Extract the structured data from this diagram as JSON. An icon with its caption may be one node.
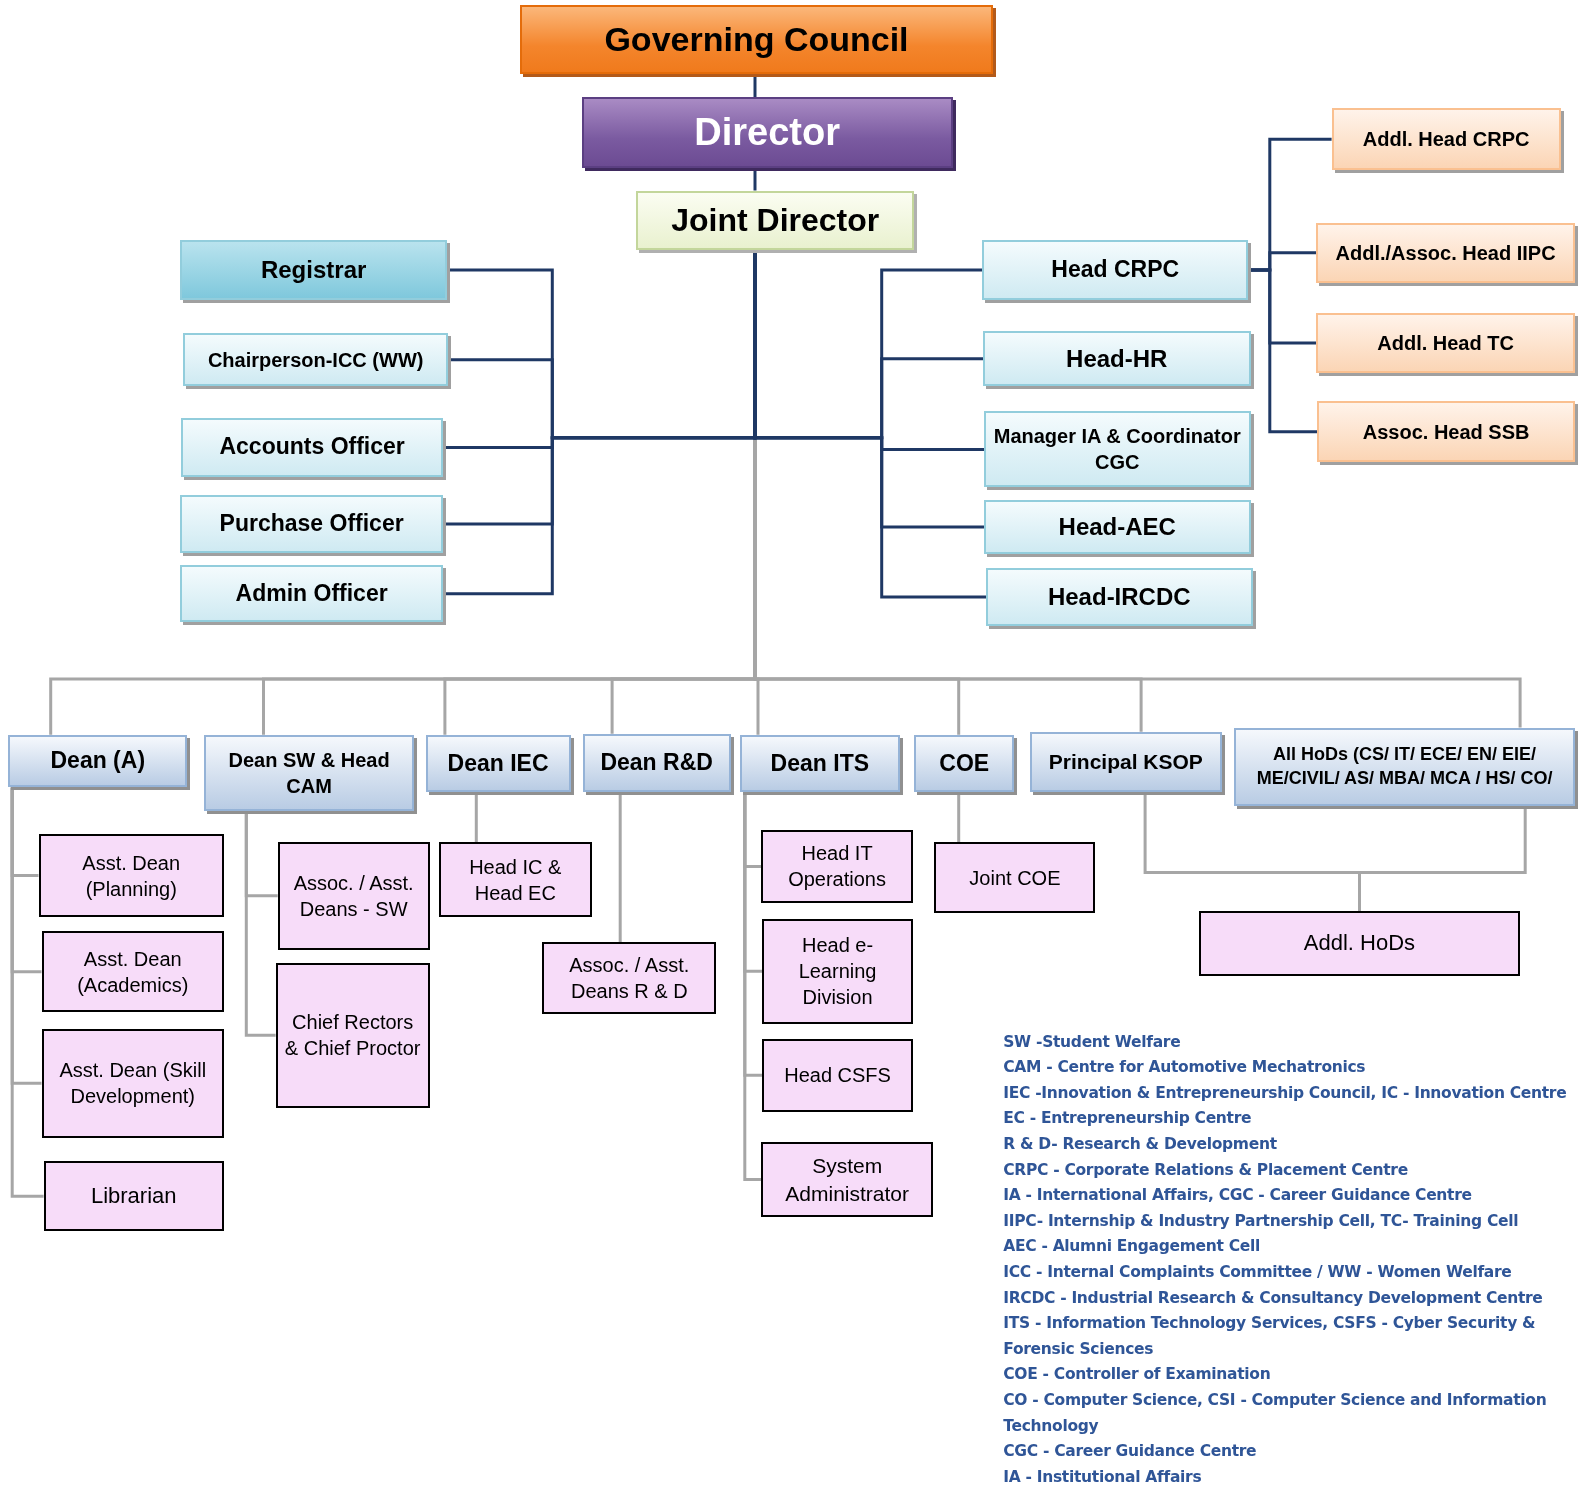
{
  "diagram": {
    "nodes": [
      {
        "text": [
          "Governing Council"
        ]
      },
      {
        "text": [
          "Director"
        ]
      },
      {
        "text": [
          "Joint Director"
        ]
      },
      {
        "text": [
          "Registrar"
        ]
      },
      {
        "text": [
          "Chairperson-ICC (WW)"
        ]
      },
      {
        "text": [
          "Accounts Officer"
        ]
      },
      {
        "text": [
          "Purchase Officer"
        ]
      },
      {
        "text": [
          "Admin Officer"
        ]
      },
      {
        "text": [
          "Head CRPC"
        ]
      },
      {
        "text": [
          "Head-HR"
        ]
      },
      {
        "text": [
          "Manager IA & Coordinator CGC"
        ]
      },
      {
        "text": [
          "Head-AEC"
        ]
      },
      {
        "text": [
          "Head-IRCDC"
        ]
      },
      {
        "text": [
          "Addl. Head CRPC"
        ]
      },
      {
        "text": [
          "Addl./Assoc. Head IIPC"
        ]
      },
      {
        "text": [
          "Addl. Head TC"
        ]
      },
      {
        "text": [
          "Assoc. Head SSB"
        ]
      },
      {
        "text": [
          "Dean (A)"
        ]
      },
      {
        "text": [
          "Dean SW & Head CAM"
        ]
      },
      {
        "text": [
          "Dean IEC"
        ]
      },
      {
        "text": [
          "Dean R&D"
        ]
      },
      {
        "text": [
          "Dean ITS"
        ]
      },
      {
        "text": [
          "COE"
        ]
      },
      {
        "text": [
          "Principal KSOP"
        ]
      },
      {
        "text": [
          "All HoDs (CS/ IT/ ECE/ EN/ EIE/ ME/CIVIL/ AS/ MBA/ MCA / HS/ CO/"
        ]
      },
      {
        "text": [
          "Asst. Dean (Planning)"
        ]
      },
      {
        "text": [
          "Asst. Dean (Academics)"
        ]
      },
      {
        "text": [
          "Asst. Dean (Skill Development)"
        ]
      },
      {
        "text": [
          "Librarian"
        ]
      },
      {
        "text": [
          "Assoc. / Asst. Deans - SW"
        ]
      },
      {
        "text": [
          "Chief Rectors & Chief Proctor"
        ]
      },
      {
        "text": [
          "Head IC & Head EC"
        ]
      },
      {
        "text": [
          "Assoc. / Asst. Deans R & D"
        ]
      },
      {
        "text": [
          "Head IT Operations"
        ]
      },
      {
        "text": [
          "Head e-Learning Division"
        ]
      },
      {
        "text": [
          "Head CSFS"
        ]
      },
      {
        "text": [
          "System Administrator"
        ]
      },
      {
        "text": [
          "Joint COE"
        ]
      },
      {
        "text": [
          "Addl. HoDs"
        ]
      }
    ],
    "edges": [
      {
        "from": 0,
        "to": 1,
        "arrow": "none",
        "color": "#1f3864"
      },
      {
        "from": 1,
        "to": 2,
        "arrow": "none",
        "color": "#1f3864"
      },
      {
        "from": 2,
        "to": 3,
        "arrow": "none",
        "color": "#1f3864"
      },
      {
        "from": 2,
        "to": 4,
        "arrow": "none",
        "color": "#1f3864"
      },
      {
        "from": 2,
        "to": 5,
        "arrow": "none",
        "color": "#1f3864"
      },
      {
        "from": 2,
        "to": 6,
        "arrow": "none",
        "color": "#1f3864"
      },
      {
        "from": 2,
        "to": 7,
        "arrow": "none",
        "color": "#1f3864"
      },
      {
        "from": 2,
        "to": 8,
        "arrow": "none",
        "color": "#1f3864"
      },
      {
        "from": 2,
        "to": 9,
        "arrow": "none",
        "color": "#1f3864"
      },
      {
        "from": 2,
        "to": 10,
        "arrow": "none",
        "color": "#1f3864"
      },
      {
        "from": 2,
        "to": 11,
        "arrow": "none",
        "color": "#1f3864"
      },
      {
        "from": 2,
        "to": 12,
        "arrow": "none",
        "color": "#1f3864"
      },
      {
        "from": 8,
        "to": 13,
        "arrow": "none",
        "color": "#1f3864"
      },
      {
        "from": 8,
        "to": 14,
        "arrow": "none",
        "color": "#1f3864"
      },
      {
        "from": 8,
        "to": 15,
        "arrow": "none",
        "color": "#1f3864"
      },
      {
        "from": 8,
        "to": 16,
        "arrow": "none",
        "color": "#1f3864"
      },
      {
        "from": 2,
        "to": 17,
        "arrow": "none"
      },
      {
        "from": 2,
        "to": 18,
        "arrow": "none"
      },
      {
        "from": 2,
        "to": 19,
        "arrow": "none"
      },
      {
        "from": 2,
        "to": 20,
        "arrow": "none"
      },
      {
        "from": 2,
        "to": 21,
        "arrow": "none"
      },
      {
        "from": 2,
        "to": 22,
        "arrow": "none"
      },
      {
        "from": 2,
        "to": 23,
        "arrow": "none"
      },
      {
        "from": 2,
        "to": 24,
        "arrow": "none"
      },
      {
        "from": 17,
        "to": 25,
        "arrow": "none"
      },
      {
        "from": 17,
        "to": 26,
        "arrow": "none"
      },
      {
        "from": 17,
        "to": 27,
        "arrow": "none"
      },
      {
        "from": 17,
        "to": 28,
        "arrow": "none"
      },
      {
        "from": 18,
        "to": 29,
        "arrow": "none"
      },
      {
        "from": 18,
        "to": 30,
        "arrow": "none"
      },
      {
        "from": 19,
        "to": 31,
        "arrow": "none"
      },
      {
        "from": 20,
        "to": 32,
        "arrow": "none"
      },
      {
        "from": 21,
        "to": 33,
        "arrow": "none"
      },
      {
        "from": 21,
        "to": 34,
        "arrow": "none"
      },
      {
        "from": 21,
        "to": 35,
        "arrow": "none"
      },
      {
        "from": 21,
        "to": 36,
        "arrow": "none"
      },
      {
        "from": 22,
        "to": 37,
        "arrow": "none"
      },
      {
        "from": 23,
        "to": 38,
        "arrow": "none"
      },
      {
        "from": 24,
        "to": 38,
        "arrow": "none"
      }
    ],
    "labels": [
      "SW -Student Welfare",
      "CAM - Centre for Automotive Mechatronics",
      "IEC -Innovation & Entrepreneurship Council, IC - Innovation Centre",
      "EC - Entrepreneurship Centre",
      "R & D- Research & Development",
      "CRPC - Corporate Relations & Placement Centre",
      "IA - International Affairs, CGC - Career Guidance Centre",
      "IIPC- Internship & Industry Partnership Cell, TC- Training Cell",
      "AEC - Alumni Engagement Cell",
      "ICC - Internal Complaints Committee / WW - Women Welfare",
      "IRCDC - Industrial Research & Consultancy Development Centre",
      "ITS - Information Technology Services, CSFS - Cyber Security & Forensic Sciences",
      "COE - Controller of Examination",
      "CO - Computer Science, CSI - Computer Science and Information Technology",
      "CGC - Career Guidance Centre",
      "IA - Institutional Affairs"
    ]
  }
}
